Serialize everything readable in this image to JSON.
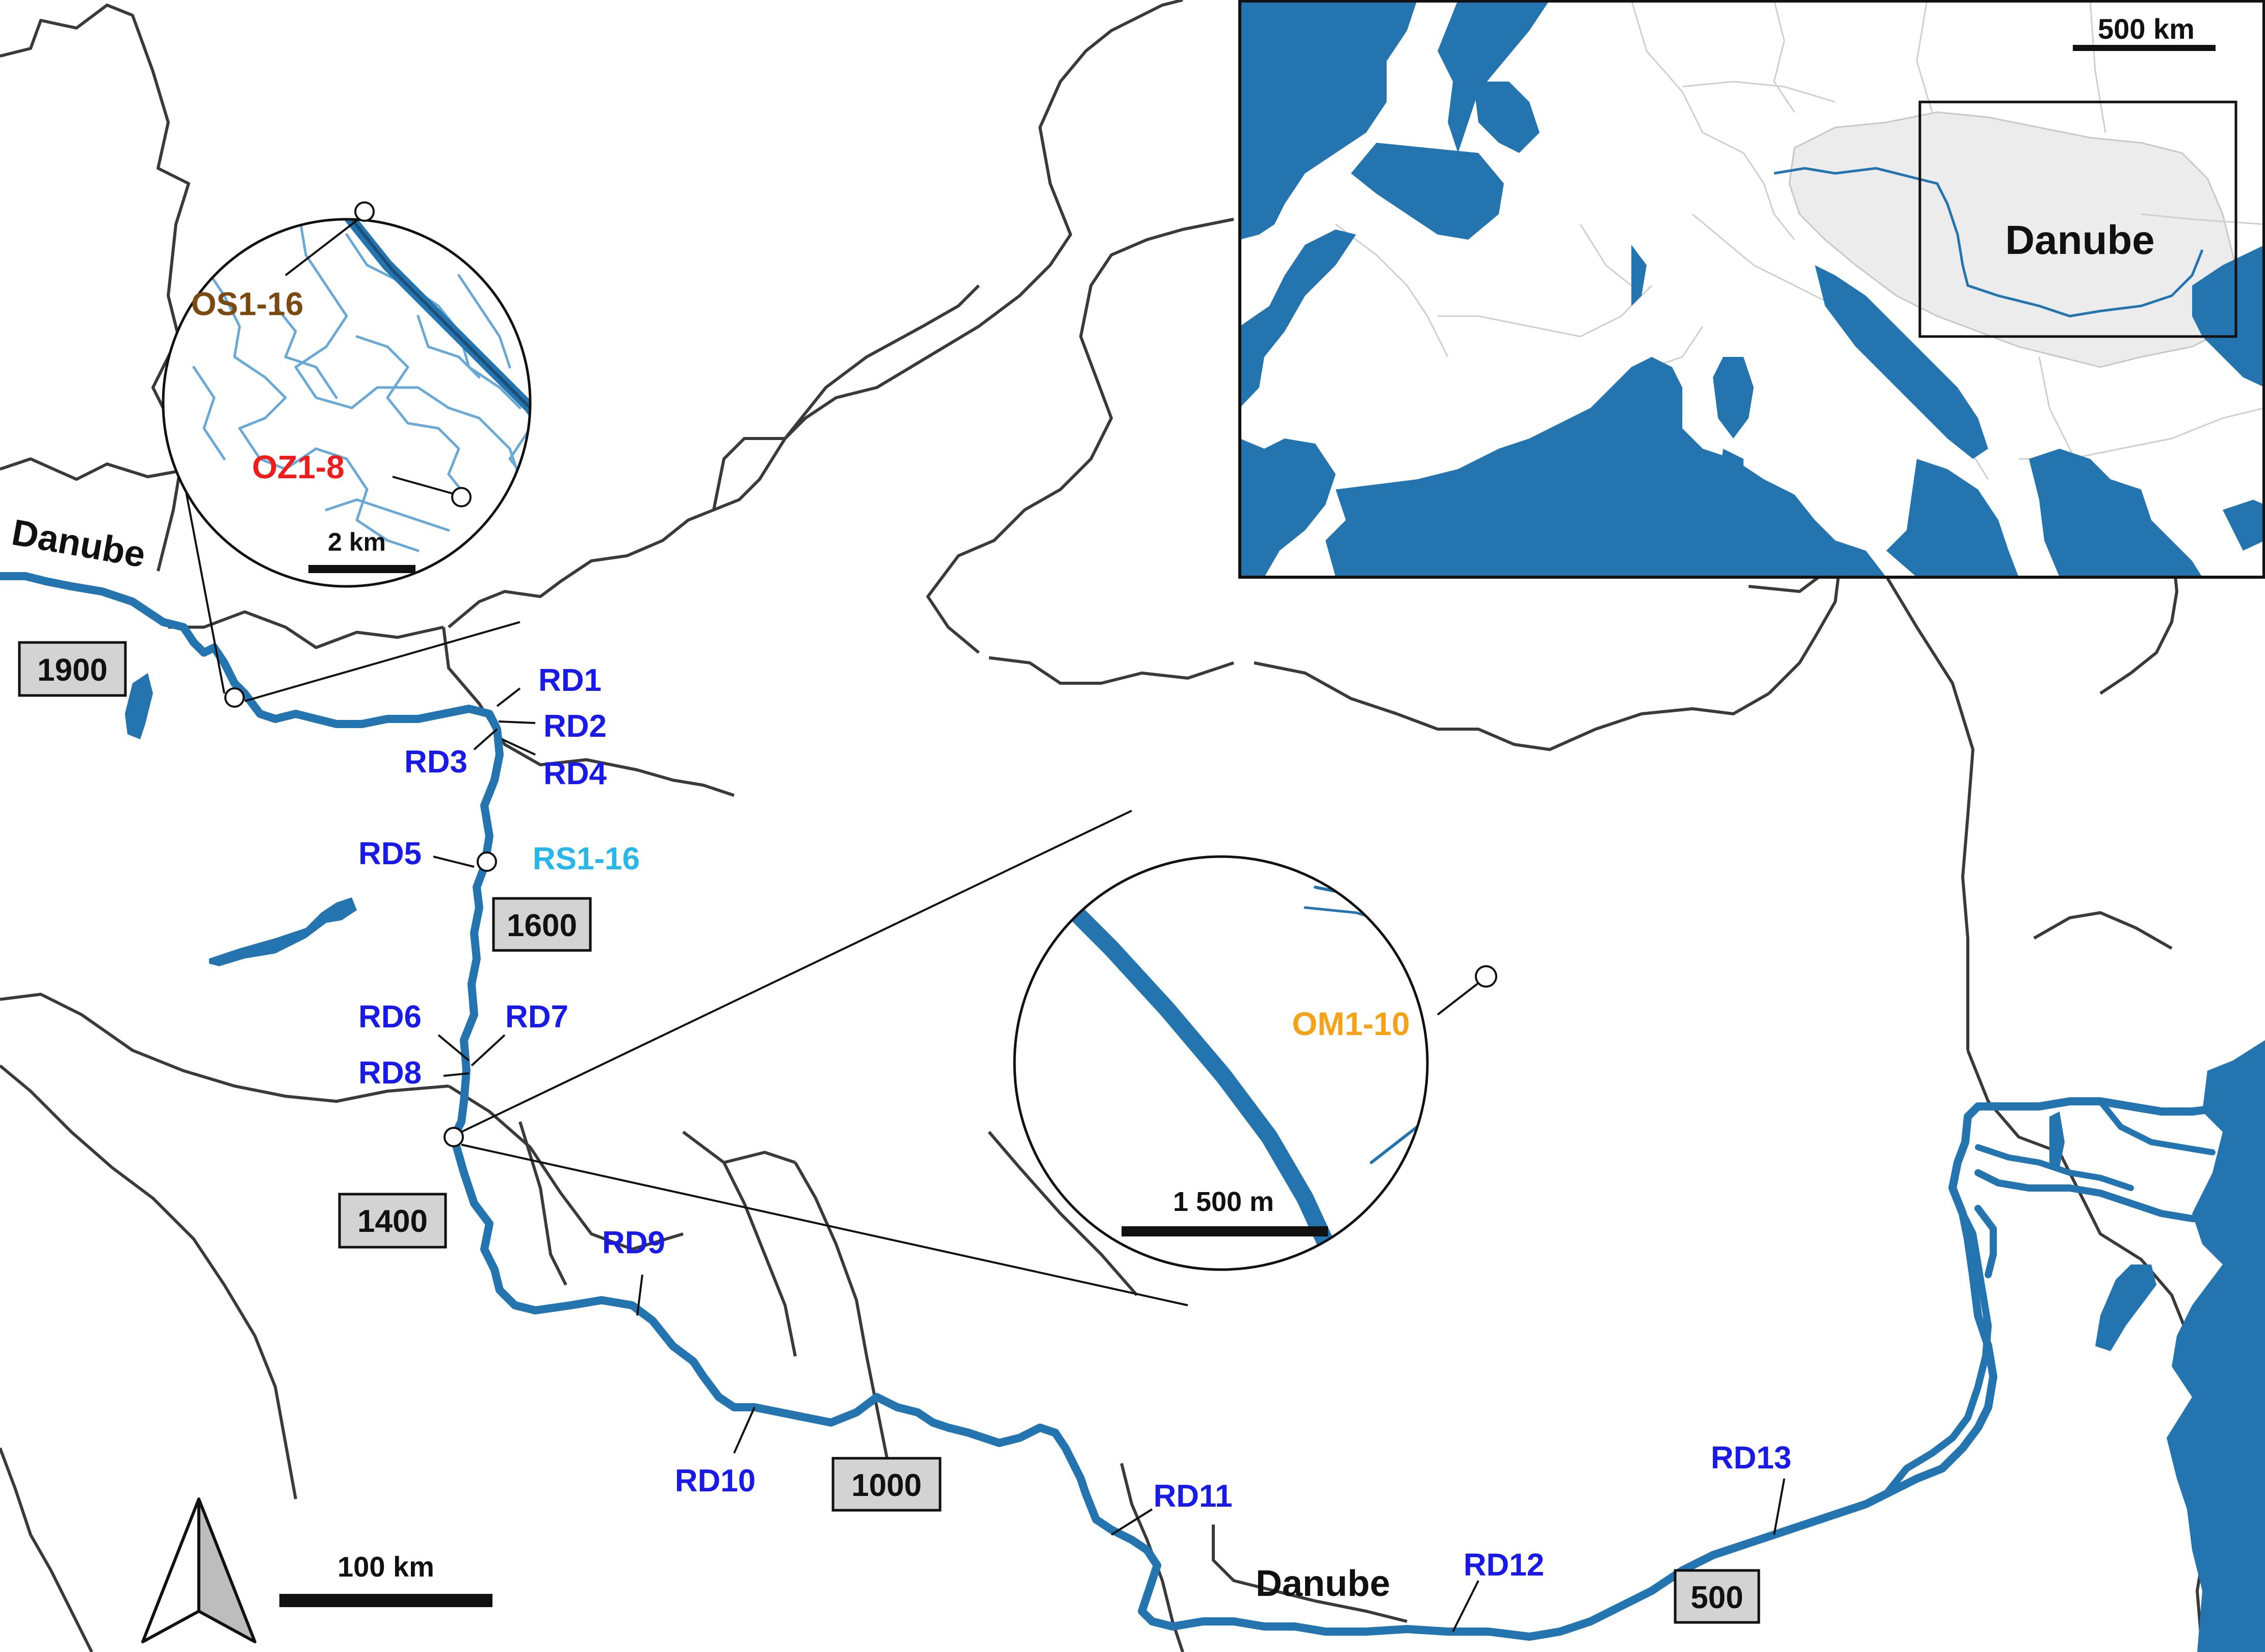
{
  "map": {
    "river_name": "Danube",
    "colors": {
      "river": "#2474b0",
      "border": "#3a3a3a",
      "water": "#2474b0",
      "rd_sites": "#1a1ae6",
      "rs_site": "#29b6e8",
      "os_site": "#7a4a10",
      "oz_site": "#ee1c1c",
      "om_site": "#f4a21c",
      "rkm_box": "#d3d3d3"
    },
    "river_labels": [
      "Danube",
      "Danube"
    ],
    "river_km_markers": [
      "1900",
      "1600",
      "1400",
      "1000",
      "500"
    ],
    "danube_sites": [
      "RD1",
      "RD2",
      "RD3",
      "RD4",
      "RD5",
      "RD6",
      "RD7",
      "RD8",
      "RD9",
      "RD10",
      "RD11",
      "RD12",
      "RD13"
    ],
    "other_sites": {
      "rs": "RS1-16",
      "os": "OS1-16",
      "oz": "OZ1-8",
      "om": "OM1-10"
    },
    "scale_bar_main": "100 km",
    "north_arrow_icon": "north-arrow-icon",
    "inset_upper": {
      "scale": "2 km"
    },
    "inset_lower": {
      "scale": "1 500 m"
    },
    "overview": {
      "scale": "500 km",
      "box_label": "Danube"
    }
  }
}
